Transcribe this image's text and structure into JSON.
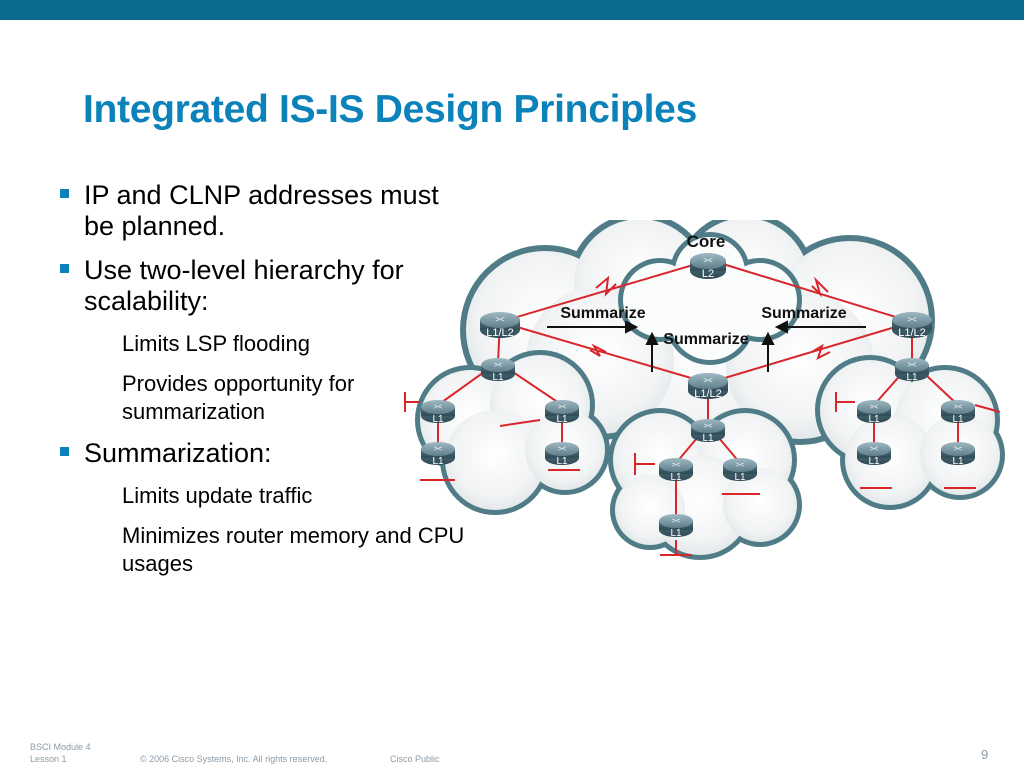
{
  "slide": {
    "title": "Integrated IS-IS Design Principles",
    "accent_color": "#0b82b9",
    "bar_color": "#0b6a8f",
    "page_number": "9"
  },
  "bullets": {
    "b1": "IP and CLNP addresses must be planned.",
    "b2": "Use two-level hierarchy for scalability:",
    "b2_sub1": "Limits LSP flooding",
    "b2_sub2": "Provides opportunity for summarization",
    "b3": "Summarization:",
    "b3_sub1": "Limits update traffic",
    "b3_sub2": "Minimizes router memory and CPU usages"
  },
  "footer": {
    "module": "BSCI Module 4",
    "lesson": "Lesson 1",
    "copyright": "© 2006 Cisco Systems, Inc. All rights reserved.",
    "classification": "Cisco Public"
  },
  "diagram": {
    "core_label": "Core",
    "summarize_left": "Summarize",
    "summarize_right": "Summarize",
    "summarize_center": "Summarize",
    "routers": {
      "core": "L2",
      "left_border": "L1/L2",
      "right_border": "L1/L2",
      "bottom_border": "L1/L2",
      "left_area_top": "L1",
      "left_area_a": "L1",
      "left_area_b": "L1",
      "left_area_c": "L1",
      "left_area_d": "L1",
      "right_area_top": "L1",
      "right_area_a": "L1",
      "right_area_b": "L1",
      "right_area_c": "L1",
      "right_area_d": "L1",
      "bottom_area_top": "L1",
      "bottom_area_a": "L1",
      "bottom_area_b": "L1",
      "bottom_area_c": "L1"
    }
  }
}
